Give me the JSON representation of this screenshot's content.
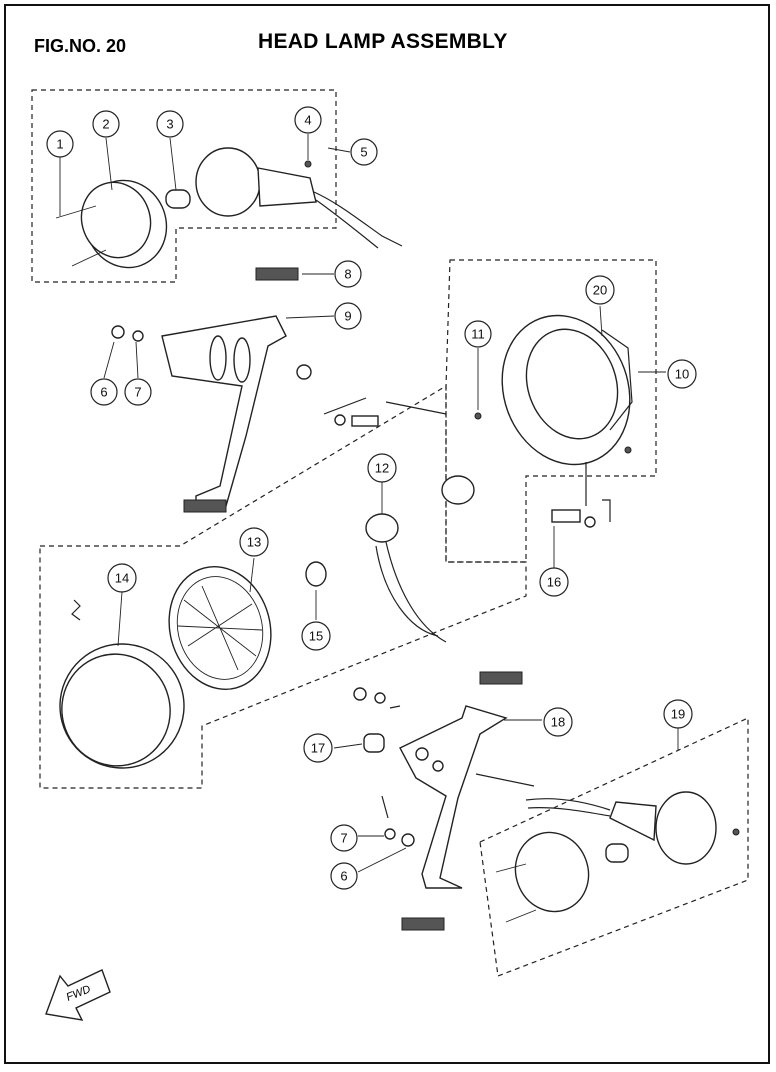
{
  "header": {
    "fig_no": "FIG.NO. 20",
    "title": "HEAD LAMP ASSEMBLY"
  },
  "callouts": [
    {
      "label": "1"
    },
    {
      "label": "2"
    },
    {
      "label": "3"
    },
    {
      "label": "4"
    },
    {
      "label": "5"
    },
    {
      "label": "8"
    },
    {
      "label": "9"
    },
    {
      "label": "6"
    },
    {
      "label": "7"
    },
    {
      "label": "20"
    },
    {
      "label": "11"
    },
    {
      "label": "10"
    },
    {
      "label": "12"
    },
    {
      "label": "13"
    },
    {
      "label": "14"
    },
    {
      "label": "16"
    },
    {
      "label": "15"
    },
    {
      "label": "18"
    },
    {
      "label": "19"
    },
    {
      "label": "17"
    },
    {
      "label": "7"
    },
    {
      "label": "6"
    }
  ],
  "fwd_label": "FWD"
}
